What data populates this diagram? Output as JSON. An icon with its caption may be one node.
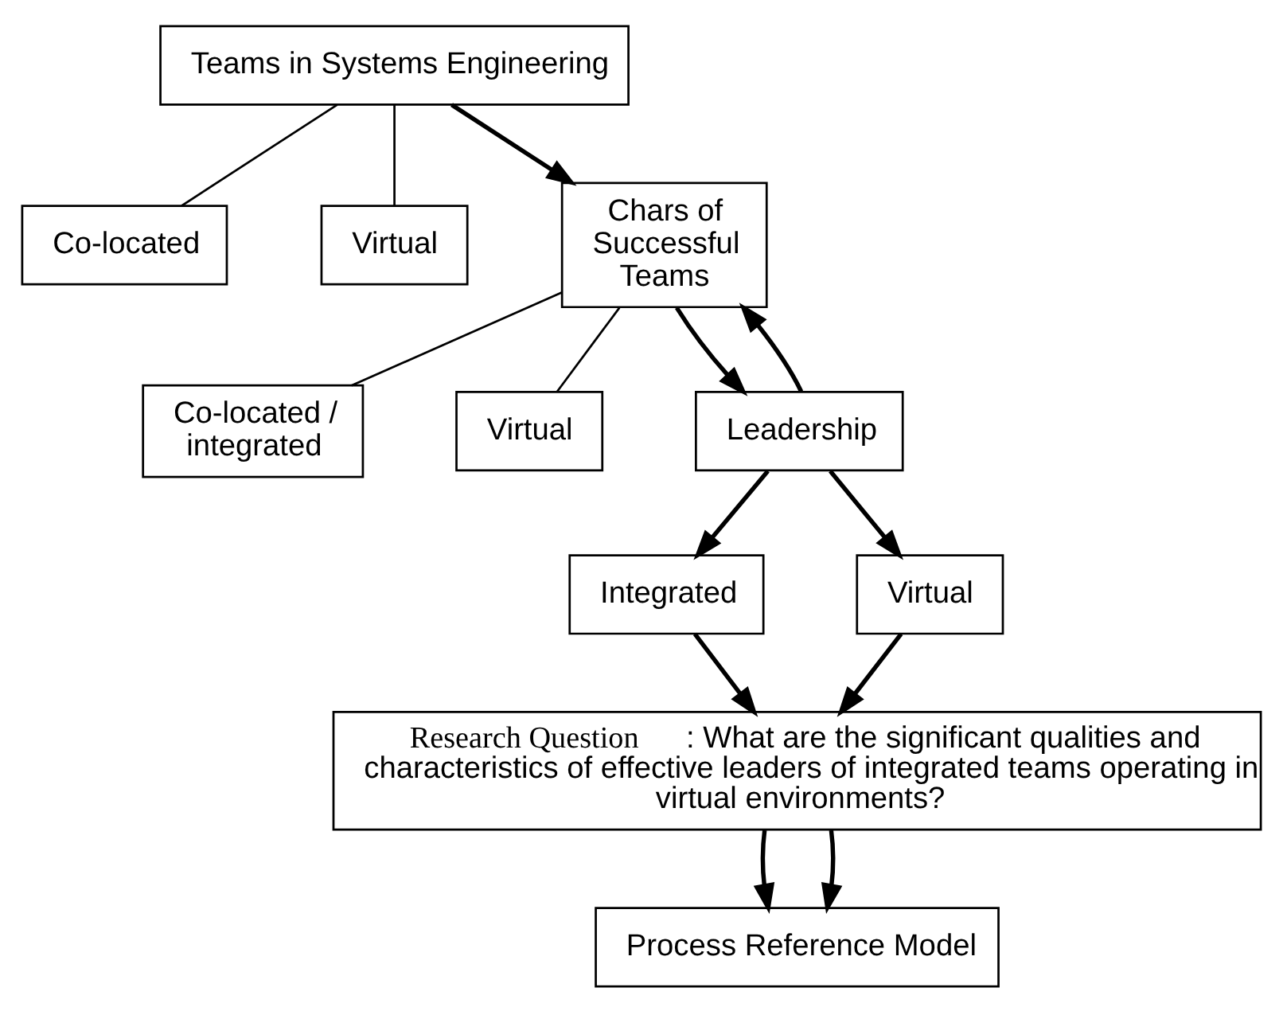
{
  "diagram": {
    "nodes": [
      {
        "text": [
          "Teams in Systems Engineering"
        ]
      },
      {
        "text": [
          "Co-located"
        ]
      },
      {
        "text": [
          "Virtual"
        ]
      },
      {
        "text": [
          "Chars of Successful Teams"
        ]
      },
      {
        "text": [
          "Co-located / integrated"
        ]
      },
      {
        "text": [
          "Virtual"
        ]
      },
      {
        "text": [
          "Leadership"
        ]
      },
      {
        "text": [
          "Integrated"
        ]
      },
      {
        "text": [
          "Virtual"
        ]
      },
      {
        "text": [
          "**Research Question**: What are the significant qualities and characteristics of effective leaders of integrated teams operating in virtual environments?"
        ]
      },
      {
        "text": [
          "Process Reference Model"
        ]
      }
    ],
    "edges": [
      {
        "from": 0,
        "to": 1,
        "arrow": "none"
      },
      {
        "from": 0,
        "to": 2,
        "arrow": "none"
      },
      {
        "from": 0,
        "to": 3,
        "arrow": "to"
      },
      {
        "from": 3,
        "to": 4,
        "arrow": "none"
      },
      {
        "from": 3,
        "to": 5,
        "arrow": "none"
      },
      {
        "from": 3,
        "to": 6,
        "arrow": "to"
      },
      {
        "from": 6,
        "to": 3,
        "arrow": "to"
      },
      {
        "from": 6,
        "to": 7,
        "arrow": "to"
      },
      {
        "from": 6,
        "to": 8,
        "arrow": "to"
      },
      {
        "from": 7,
        "to": 9,
        "arrow": "to"
      },
      {
        "from": 8,
        "to": 9,
        "arrow": "to"
      },
      {
        "from": 9,
        "to": 10,
        "arrow": "to"
      },
      {
        "from": 9,
        "to": 10,
        "arrow": "to"
      }
    ]
  }
}
